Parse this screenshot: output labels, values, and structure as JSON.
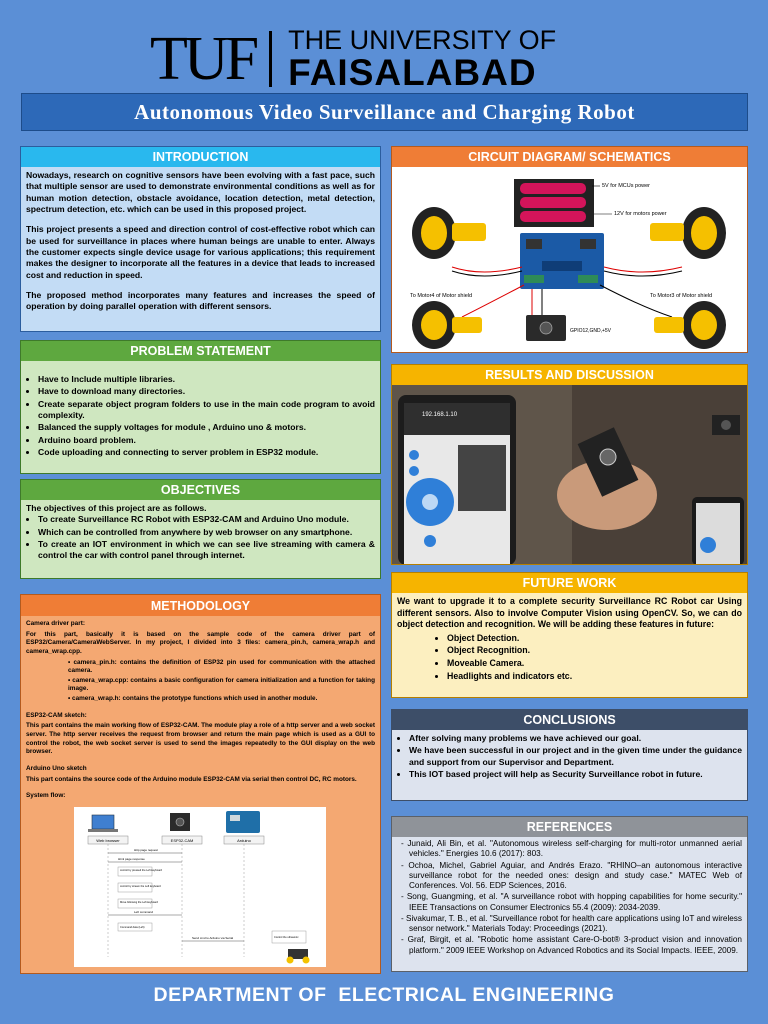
{
  "header": {
    "logo_mark": "TUF",
    "logo_line1": "THE UNIVERSITY OF",
    "logo_line2": "FAISALABAD",
    "title": "Autonomous Video Surveillance and Charging Robot"
  },
  "introduction": {
    "heading": "INTRODUCTION",
    "paragraphs": [
      "Nowadays, research on cognitive sensors have been evolving with a fast pace, such that multiple sensor are used to demonstrate environmental conditions as well as for human motion detection, obstacle avoidance, location detection, metal detection, spectrum detection, etc. which can be used in this proposed project.",
      "This project presents a speed and direction control of cost-effective robot which can be used for surveillance in places where human beings are unable to enter. Always the customer expects single device usage for various applications; this requirement makes the designer to incorporate all the features in a device that leads to increased cost and reduction in speed.",
      "The proposed method incorporates many features and increases the speed of operation by doing parallel operation with different sensors."
    ]
  },
  "problem": {
    "heading": "PROBLEM STATEMENT",
    "items": [
      "Have to Include multiple libraries.",
      "Have to download many directories.",
      "Create separate object program folders to use in the main code program to avoid complexity.",
      "Balanced the supply voltages for module , Arduino uno & motors.",
      "Arduino board problem.",
      "Code uploading and connecting to server problem in ESP32 module."
    ]
  },
  "objectives": {
    "heading": "OBJECTIVES",
    "intro": "The objectives of this project are as follows.",
    "items": [
      "To create Surveillance RC Robot with ESP32-CAM and Arduino Uno module.",
      "Which can be controlled from anywhere by web browser on any smartphone.",
      "To create an IOT environment in which we can see live streaming with camera & control the car with control panel through internet."
    ]
  },
  "methodology": {
    "heading": "METHODOLOGY",
    "cam_title": "Camera driver part:",
    "cam_text": "For this part, basically it is based on the sample code of the camera driver part of ESP32/Camera/CameraWebServer. In my project, I divided into 3 files: camera_pin.h, camera_wrap.h and camera_wrap.cpp.",
    "cam_items": [
      "camera_pin.h: contains the definition of ESP32 pin used for communication with the attached camera.",
      "camera_wrap.cpp: contains a basic configuration for camera initialization and a function for taking image.",
      "camera_wrap.h: contains the prototype functions which used in another module."
    ],
    "esp_title": "ESP32-CAM sketch:",
    "esp_text": "This part contains the main working flow of ESP32-CAM. The module play a role of a http server and a web socket server. The http server receives the request from browser and return the main page which is used as a GUI to control the robot, the web socket server is used to send the images repeatedly to the GUI display on the web browser.",
    "uno_title": "Arduino Uno sketch",
    "uno_text": "This part contains the source code of the Arduino module ESP32-CAM via serial then control DC, RC motors.",
    "flow_title": "System flow:",
    "flow_cols": [
      "Web browser",
      "ESP32-CAM",
      "Arduino"
    ],
    "flow_msgs": [
      "Http page request",
      "Html page response",
      "control by pressed the Left keyboard",
      "control by stream the Left keyboard",
      "Move following the Left keyboard",
      "Left command",
      "Command data (Left)",
      "Send cmd to Arduino via Serial",
      "Control the ultrasonic"
    ]
  },
  "circuit": {
    "heading": "CIRCUIT DIAGRAM/ SCHEMATICS",
    "lbl_mcu": "5V for MCUs power",
    "lbl_motor": "12V for motors power",
    "lbl_m4": "To Motor4 of Motor shield",
    "lbl_m3": "To Motor3 of Motor shield",
    "lbl_gpio": "GPIO12,GND,+5V"
  },
  "results": {
    "heading": "RESULTS AND DISCUSSION",
    "phone_ip": "192.168.1.10"
  },
  "future": {
    "heading": "FUTURE WORK",
    "text": "We want to upgrade it to a complete security Surveillance RC Robot car Using different sensors. Also to involve Computer Vision using OpenCV. So, we can do object detection and recognition. We will be adding these features in future:",
    "items": [
      "Object Detection.",
      "Object Recognition.",
      "Moveable Camera.",
      "Headlights and indicators etc."
    ]
  },
  "conclusions": {
    "heading": "CONCLUSIONS",
    "items": [
      "After solving many problems we have achieved our goal.",
      "We have been successful in our project and in the given time under the guidance and support from our Supervisor and Department.",
      "This IOT based project will help as Security Surveillance robot in future."
    ]
  },
  "references": {
    "heading": "REFERENCES",
    "items": [
      "Junaid, Ali Bin, et al. \"Autonomous wireless self-charging for multi-rotor unmanned aerial vehicles.\" Energies 10.6 (2017): 803.",
      "Ochoa, Michel, Gabriel Aguiar, and Andrés Erazo. \"RHINO–an autonomous interactive surveillance robot for the needed ones: design and study case.\" MATEC Web of Conferences. Vol. 56. EDP Sciences, 2016.",
      "Song, Guangming, et al. \"A surveillance robot with hopping capabilities for home security.\" IEEE Transactions on Consumer Electronics 55.4 (2009): 2034-2039.",
      "Sivakumar, T. B., et al. \"Surveillance robot for health care applications using IoT and wireless sensor network.\" Materials Today: Proceedings (2021).",
      "Graf, Birgit, et al. \"Robotic home assistant Care-O-bot® 3-product vision and innovation platform.\" 2009 IEEE Workshop on Advanced Robotics and its Social Impacts. IEEE, 2009."
    ]
  },
  "footer": {
    "text": "DEPARTMENT OF  ELECTRICAL ENGINEERING"
  },
  "colors": {
    "background": "#5b8fd6",
    "intro_header": "#29b8ee",
    "intro_body": "#c3dcf5",
    "green_header": "#5ea83f",
    "green_body": "#cfe7c0",
    "orange_header": "#ef7d36",
    "orange_body": "#f4a872",
    "yellow_header": "#f6b400",
    "yellow_body": "#fcefc0",
    "navy_header": "#3d4e68",
    "grey_header": "#8f9399",
    "grey_body": "#dde3ee"
  }
}
